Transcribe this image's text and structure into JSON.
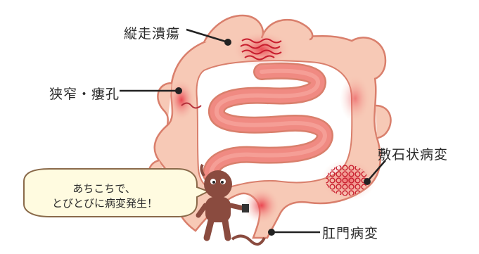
{
  "labels": {
    "longitudinal_ulcer": "縦走潰瘍",
    "stenosis_fistula": "狭窄・瘻孔",
    "cobblestone": "敷石状病変",
    "anal_lesion": "肛門病変"
  },
  "speech_bubble": {
    "line1": "あちこちで、",
    "line2": "とびとびに病変発生！"
  },
  "colors": {
    "bowel_fill": "#f7c9b6",
    "bowel_outline": "#d97f6c",
    "small_intestine_fill": "#f08a82",
    "lesion_red": "#e03040",
    "character_brown": "#8a4b3f",
    "bubble_fill": "#fffbe0",
    "bubble_outline": "#8a6a4a"
  }
}
